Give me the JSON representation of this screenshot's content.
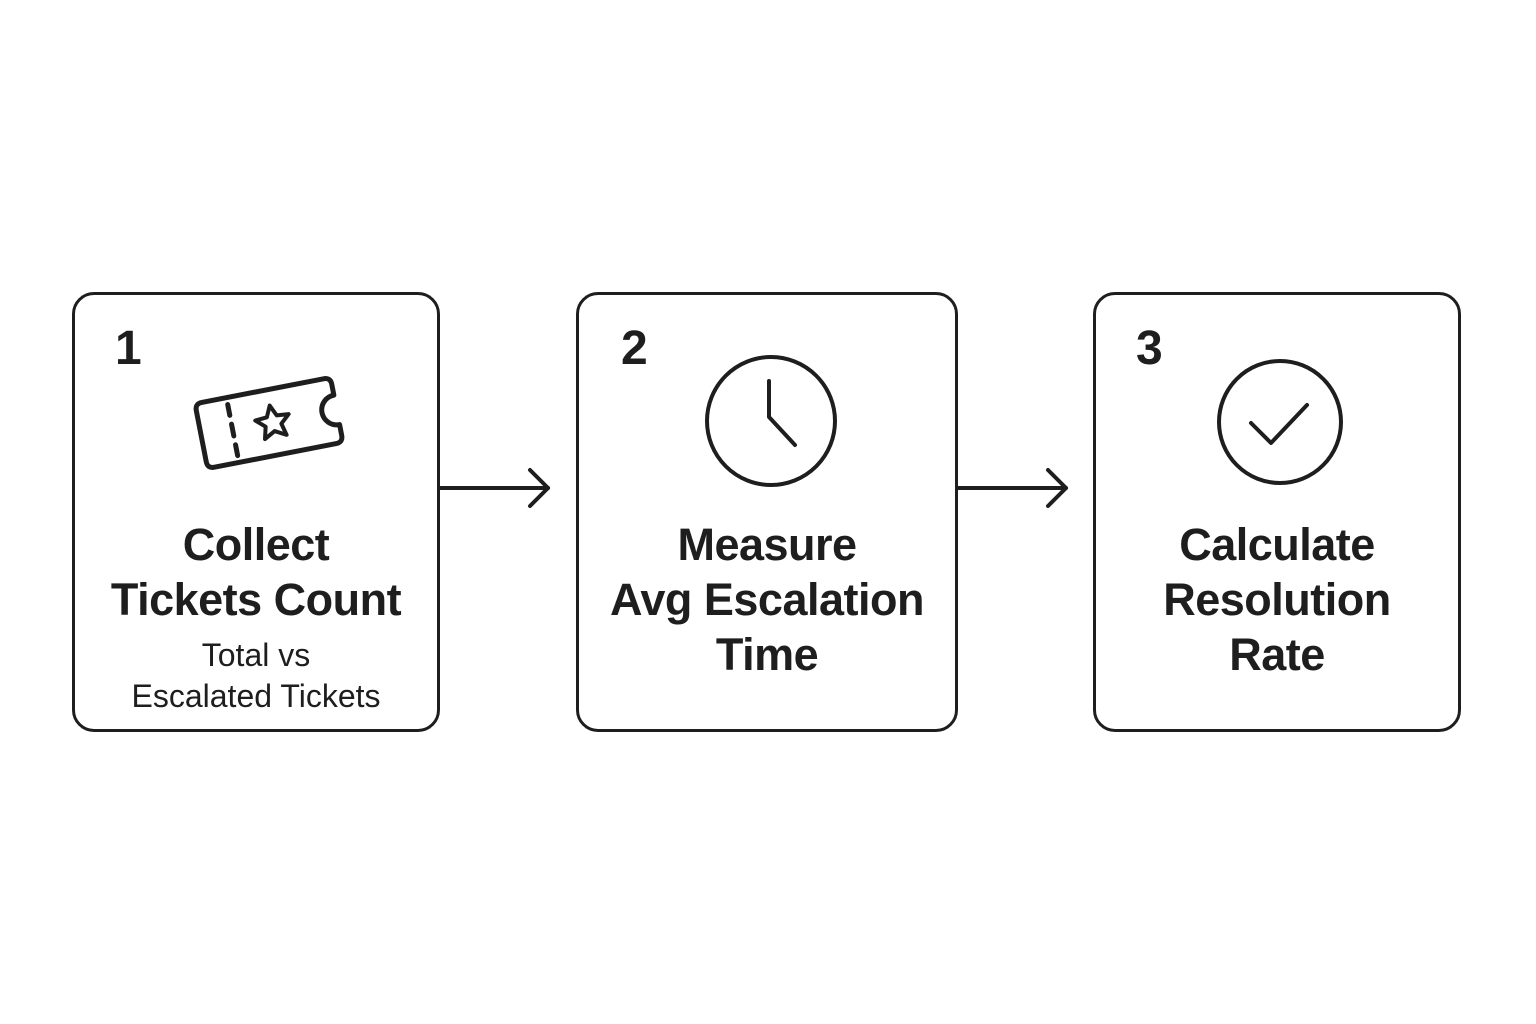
{
  "steps": [
    {
      "number": "1",
      "title": "Collect\nTickets Count",
      "subtitle": "Total vs\nEscalated Tickets",
      "icon": "ticket-icon"
    },
    {
      "number": "2",
      "title": "Measure\nAvg Escalation\nTime",
      "icon": "clock-icon"
    },
    {
      "number": "3",
      "title": "Calculate\nResolution\nRate",
      "icon": "check-circle-icon"
    }
  ],
  "colors": {
    "stroke": "#1e1e1e",
    "background": "#ffffff"
  }
}
